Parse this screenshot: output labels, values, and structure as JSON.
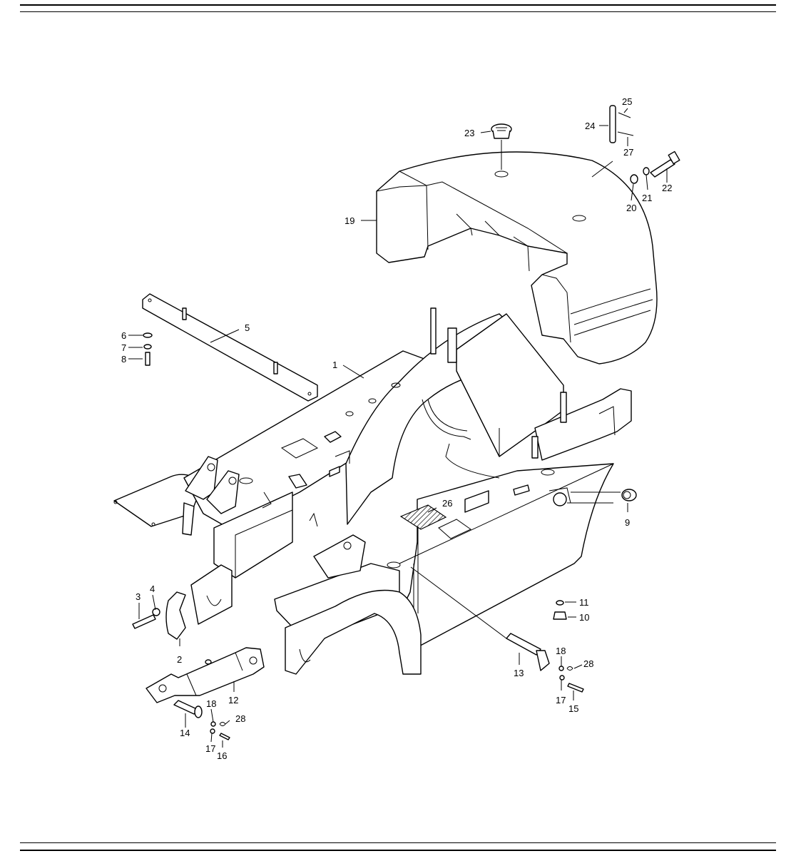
{
  "diagram": {
    "callouts": [
      {
        "id": "c1",
        "label": "1"
      },
      {
        "id": "c2",
        "label": "2"
      },
      {
        "id": "c3",
        "label": "3"
      },
      {
        "id": "c4",
        "label": "4"
      },
      {
        "id": "c5",
        "label": "5"
      },
      {
        "id": "c6",
        "label": "6"
      },
      {
        "id": "c7",
        "label": "7"
      },
      {
        "id": "c8",
        "label": "8"
      },
      {
        "id": "c9",
        "label": "9"
      },
      {
        "id": "c10",
        "label": "10"
      },
      {
        "id": "c11",
        "label": "11"
      },
      {
        "id": "c12",
        "label": "12"
      },
      {
        "id": "c13",
        "label": "13"
      },
      {
        "id": "c14",
        "label": "14"
      },
      {
        "id": "c15",
        "label": "15"
      },
      {
        "id": "c16",
        "label": "16"
      },
      {
        "id": "c17a",
        "label": "17"
      },
      {
        "id": "c17b",
        "label": "17"
      },
      {
        "id": "c18a",
        "label": "18"
      },
      {
        "id": "c18b",
        "label": "18"
      },
      {
        "id": "c19",
        "label": "19"
      },
      {
        "id": "c20",
        "label": "20"
      },
      {
        "id": "c21",
        "label": "21"
      },
      {
        "id": "c22",
        "label": "22"
      },
      {
        "id": "c23",
        "label": "23"
      },
      {
        "id": "c24",
        "label": "24"
      },
      {
        "id": "c25",
        "label": "25"
      },
      {
        "id": "c26",
        "label": "26"
      },
      {
        "id": "c27",
        "label": "27"
      },
      {
        "id": "c28a",
        "label": "28"
      },
      {
        "id": "c28b",
        "label": "28"
      }
    ]
  }
}
